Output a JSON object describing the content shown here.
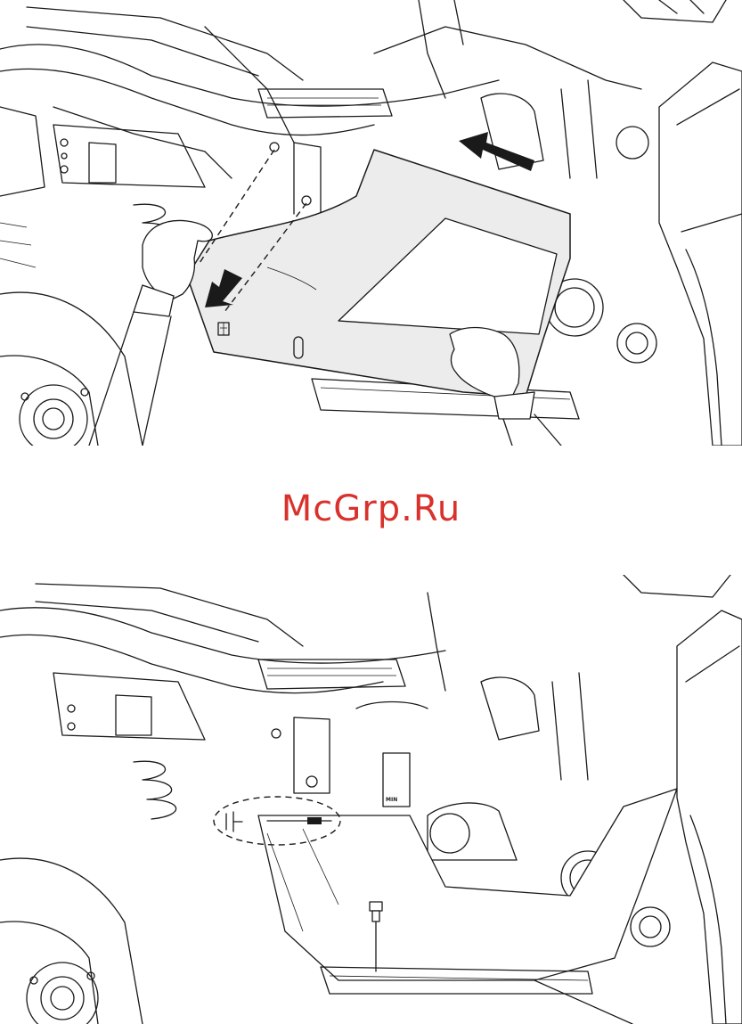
{
  "watermark": {
    "text": "McGrp.Ru",
    "color": "#d9312b"
  },
  "figures": [
    {
      "name": "side-panel-removal",
      "icons": [
        "hand-icon",
        "hand-icon",
        "arrow-icon",
        "arrow-icon",
        "fastener-icon"
      ]
    },
    {
      "name": "side-panel-installed-view",
      "icons": [
        "fastener-icon",
        "bolt-icon",
        "dashed-callout-circle"
      ]
    }
  ],
  "labels": {
    "mini_label": "MIN"
  }
}
